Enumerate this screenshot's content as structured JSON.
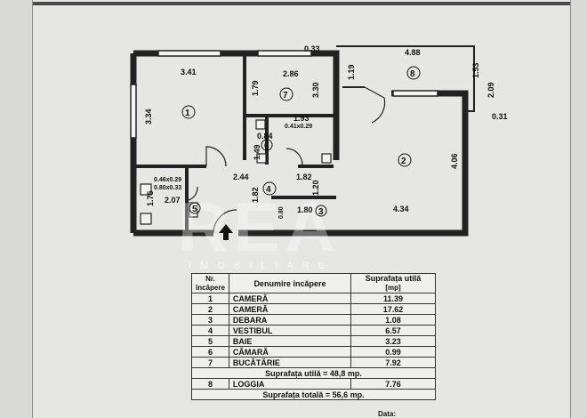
{
  "plan": {
    "dimensions": {
      "d1": "0.33",
      "d2": "4.88",
      "d3": "3.41",
      "d4": "2.86",
      "d5": "1.19",
      "d6": "1.53",
      "d7": "2.09",
      "d8": "0.31",
      "d9": "3.34",
      "d10": "1.79",
      "d11": "3.30",
      "d12": "1.93",
      "d13": "0.41x0.29",
      "d14": "0.84",
      "d15": "1.49",
      "d16": "4.06",
      "d17": "2.44",
      "d18": "1.82",
      "d19": "0.46x0.29",
      "d20": "0.80x0.33",
      "d21": "1.82",
      "d22": "1.20",
      "d23": "1.75",
      "d24": "2.07",
      "d25": "0.80",
      "d26": "1.80",
      "d27": "4.34"
    },
    "room_numbers": [
      "1",
      "2",
      "3",
      "4",
      "5",
      "6",
      "7",
      "8"
    ],
    "watermark": "REA",
    "watermark_sub": "IMOBILIARE"
  },
  "table": {
    "header": {
      "nr": "Nr. încăpere",
      "name": "Denumire încăpere",
      "area": "Suprafața utilă",
      "unit": "[mp]"
    },
    "rows": [
      {
        "nr": "1",
        "name": "CAMERĂ",
        "area": "11.39"
      },
      {
        "nr": "2",
        "name": "CAMERĂ",
        "area": "17.62"
      },
      {
        "nr": "3",
        "name": "DEBARA",
        "area": "1.08"
      },
      {
        "nr": "4",
        "name": "VESTIBUL",
        "area": "6.57"
      },
      {
        "nr": "5",
        "name": "BAIE",
        "area": "3.23"
      },
      {
        "nr": "6",
        "name": "CĂMARĂ",
        "area": "0.99"
      },
      {
        "nr": "7",
        "name": "BUCĂTĂRIE",
        "area": "7.92"
      }
    ],
    "useful_total": "Suprafața utilă = 48,8 mp.",
    "loggia": {
      "nr": "8",
      "name": "LOGGIA",
      "area": "7.76"
    },
    "grand_total": "Suprafața totală = 56,6 mp.",
    "date_label": "Data:"
  }
}
